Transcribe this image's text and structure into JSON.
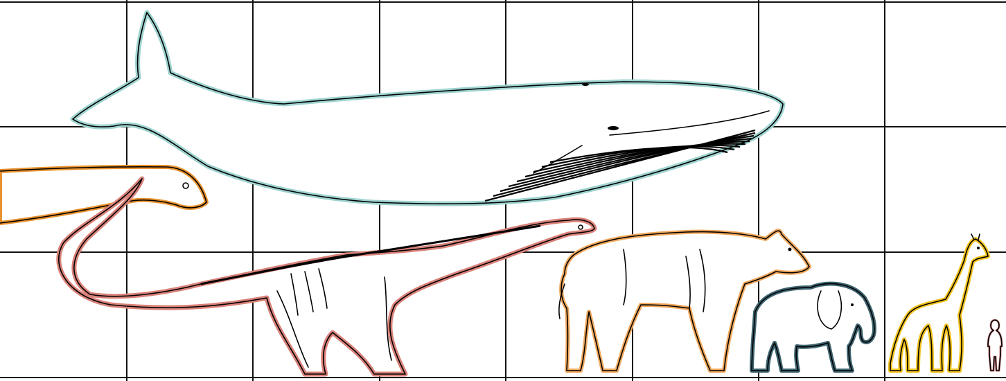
{
  "figure": {
    "type": "size-comparison-silhouettes",
    "background": "#ffffff",
    "grid": {
      "shown": true,
      "color": "#111111",
      "columns": 8,
      "rows": 3
    },
    "animals": [
      {
        "name": "blue-whale",
        "outline_color": "#9ed3cf"
      },
      {
        "name": "sauropod-partial",
        "outline_color": "#e8922e"
      },
      {
        "name": "sauropod",
        "outline_color": "#d9827a"
      },
      {
        "name": "paraceratherium",
        "outline_color": "#f0a85c"
      },
      {
        "name": "elephant",
        "outline_color": "#3d6470"
      },
      {
        "name": "giraffe",
        "outline_color": "#f2c21e"
      },
      {
        "name": "human",
        "outline_color": "#d68b8b"
      }
    ]
  }
}
